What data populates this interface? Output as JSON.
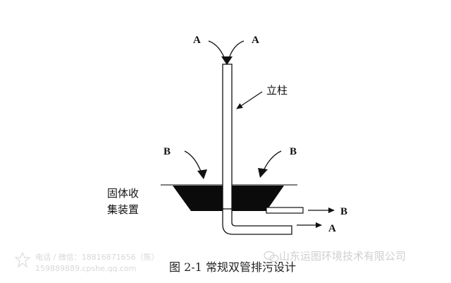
{
  "diagram": {
    "labels": {
      "a_top_left": "A",
      "a_top_right": "A",
      "b_left": "B",
      "b_right": "B",
      "column": "立柱",
      "solid_collector_line1": "固体收",
      "solid_collector_line2": "集装置",
      "outlet_b": "B",
      "outlet_a": "A"
    },
    "caption": "图 2-1  常规双管排污设计"
  },
  "watermark": {
    "phone": "电话 / 微信：18816871656（陈）",
    "site": "159889889.cpshe.qq.com",
    "company": "山东运图环境技术有限公司"
  }
}
